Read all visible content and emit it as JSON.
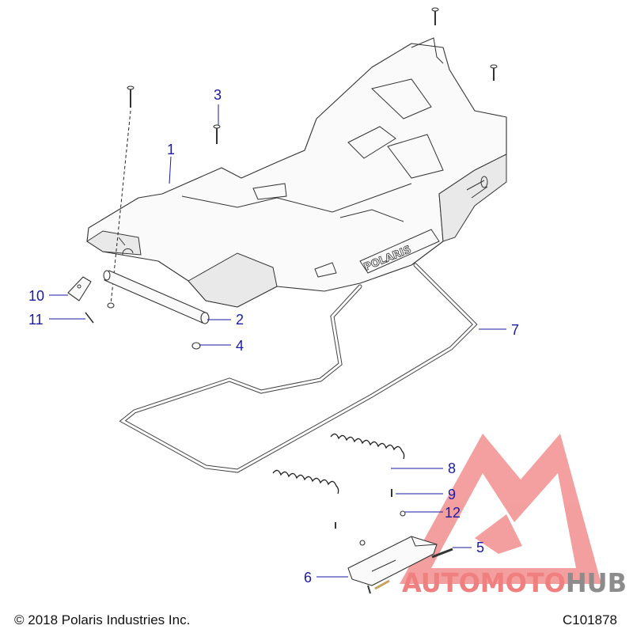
{
  "callouts": [
    {
      "id": "1",
      "label": "1"
    },
    {
      "id": "2",
      "label": "2"
    },
    {
      "id": "3",
      "label": "3"
    },
    {
      "id": "4",
      "label": "4"
    },
    {
      "id": "5",
      "label": "5"
    },
    {
      "id": "6",
      "label": "6"
    },
    {
      "id": "7",
      "label": "7"
    },
    {
      "id": "8",
      "label": "8"
    },
    {
      "id": "9",
      "label": "9"
    },
    {
      "id": "10",
      "label": "10"
    },
    {
      "id": "11",
      "label": "11"
    },
    {
      "id": "12",
      "label": "12"
    }
  ],
  "copyright": "© 2018 Polaris Industries Inc.",
  "figure_id": "C101878",
  "rack_brand_text": "POLARIS",
  "watermark": {
    "part1": "AUTO",
    "part2": "MOTO",
    "part3": "HUB",
    "color_primary": "#f08080",
    "color_secondary": "#8c8c8c"
  },
  "colors": {
    "callout": "#1a1aa6",
    "line_art": "#333333"
  }
}
